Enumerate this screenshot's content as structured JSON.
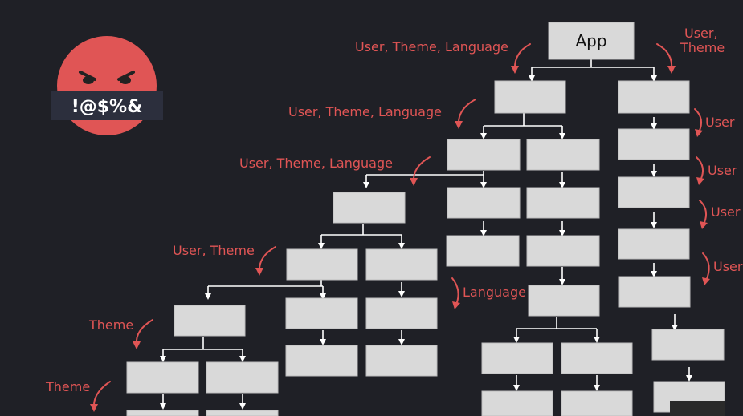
{
  "root": {
    "label": "App"
  },
  "emoji": {
    "text": "!@$%&",
    "face_color": "#e05555",
    "band_color": "#2c2f3d"
  },
  "colors": {
    "background": "#1f2026",
    "box": "#d9d9d9",
    "label": "#e05555",
    "connector": "#ffffff"
  },
  "labels": {
    "root_left": "User, Theme, Language",
    "root_right_line1": "User,",
    "root_right_line2": "Theme",
    "level1": "User, Theme, Language",
    "level2": "User, Theme, Language",
    "level3": "User, Theme",
    "level4": "Theme",
    "level5": "Theme",
    "language": "Language",
    "user1": "User",
    "user2": "User",
    "user3": "User",
    "user4": "User"
  }
}
